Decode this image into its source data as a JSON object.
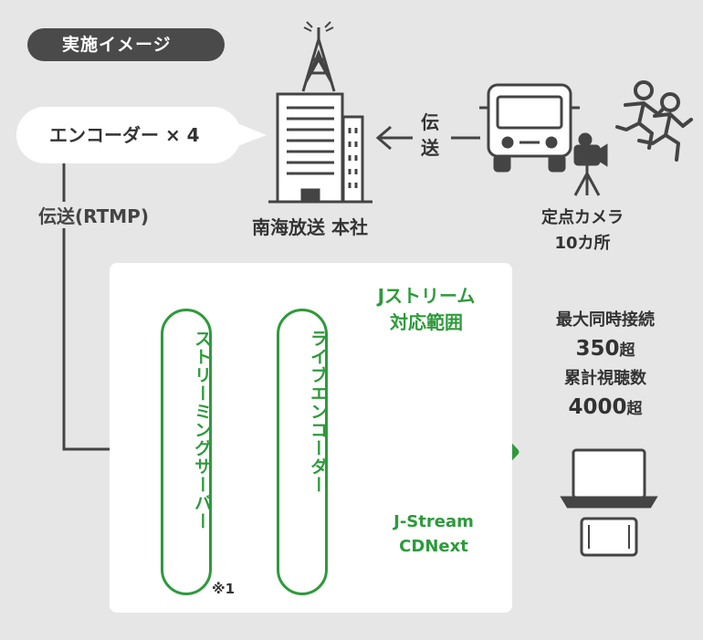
{
  "header": {
    "badge": "実施イメージ"
  },
  "encoder_bubble": {
    "text": "エンコーダー × 4"
  },
  "transfer": {
    "rtmp_label": "伝送(RTMP)",
    "vertical_label": "伝送"
  },
  "headquarters": {
    "label": "南海放送 本社"
  },
  "cameras": {
    "line1": "定点カメラ",
    "line2": "10カ所"
  },
  "jstream_range": {
    "line1": "Jストリーム",
    "line2": "対応範囲"
  },
  "pipeline": {
    "streaming_server": "ストリーミングサーバー",
    "live_encoder": "ライブエンコーダー",
    "note": "※1",
    "cdn_line1": "J-Stream",
    "cdn_line2": "CDNext"
  },
  "stats": {
    "max_concurrent_label": "最大同時接続",
    "max_concurrent_value": "350",
    "max_concurrent_suffix": "超",
    "total_views_label": "累計視聴数",
    "total_views_value": "4000",
    "total_views_suffix": "超"
  },
  "colors": {
    "accent": "#2e9a3c",
    "dark": "#4a4a4a",
    "background": "#e6e6e6"
  }
}
